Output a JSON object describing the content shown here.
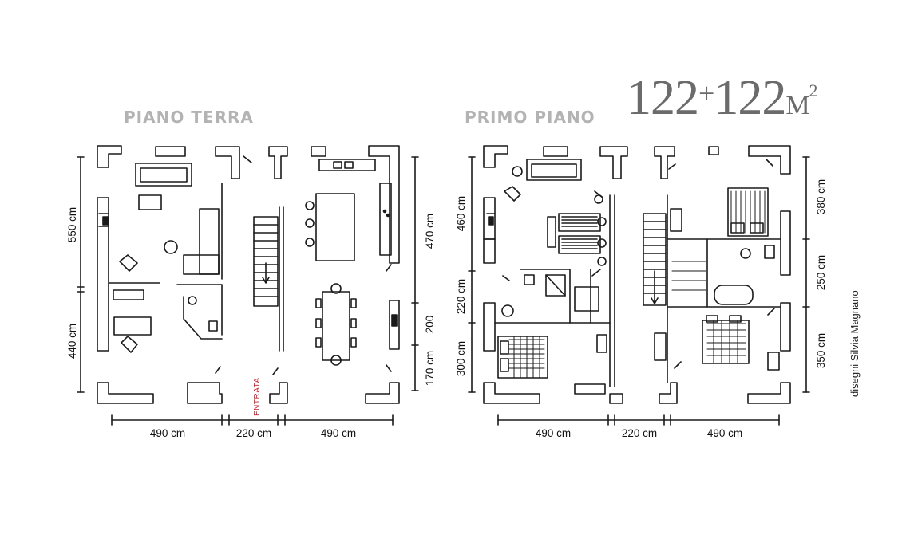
{
  "titles": {
    "ground_floor": "PIANO TERRA",
    "first_floor": "PRIMO PIANO"
  },
  "area": {
    "left": "122",
    "plus": "+",
    "right": "122",
    "unit": "M",
    "sup": "2"
  },
  "credit": "disegni Silvia Magnano",
  "ground_floor": {
    "entrance_label": "ENTRATA",
    "dims_bottom": [
      "490 cm",
      "220 cm",
      "490 cm"
    ],
    "dims_left": [
      "550 cm",
      "440 cm"
    ],
    "dims_right": [
      "470 cm",
      "200",
      "170 cm"
    ]
  },
  "first_floor": {
    "dims_bottom": [
      "490 cm",
      "220 cm",
      "490 cm"
    ],
    "dims_left": [
      "460 cm",
      "220 cm",
      "300 cm"
    ],
    "dims_right": [
      "380 cm",
      "250 cm",
      "350 cm"
    ]
  },
  "colors": {
    "title_grey": "#b3b3b3",
    "ink": "#1a1a1a",
    "entrance_red": "#d21a2a",
    "area_grey": "#6b6b6b"
  }
}
